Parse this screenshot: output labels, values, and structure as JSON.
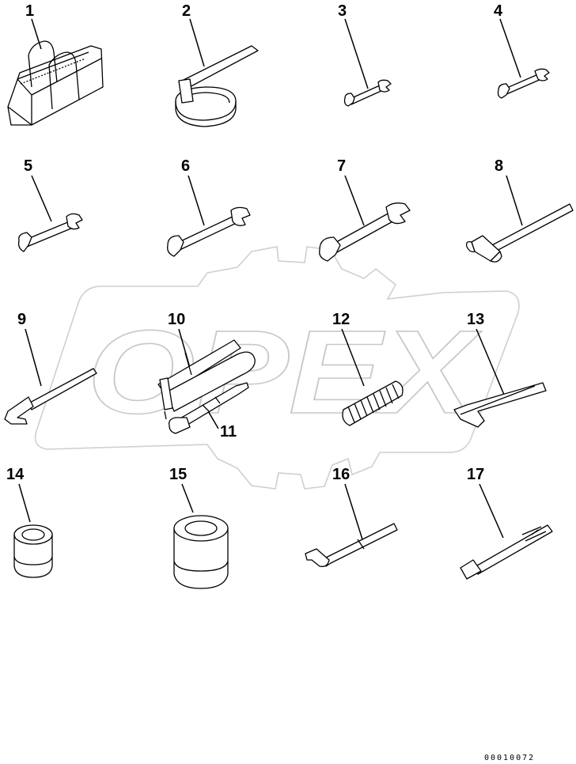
{
  "diagram": {
    "callouts": [
      {
        "id": "1",
        "label": "1"
      },
      {
        "id": "2",
        "label": "2"
      },
      {
        "id": "3",
        "label": "3"
      },
      {
        "id": "4",
        "label": "4"
      },
      {
        "id": "5",
        "label": "5"
      },
      {
        "id": "6",
        "label": "6"
      },
      {
        "id": "7",
        "label": "7"
      },
      {
        "id": "8",
        "label": "8"
      },
      {
        "id": "9",
        "label": "9"
      },
      {
        "id": "10",
        "label": "10"
      },
      {
        "id": "11",
        "label": "11"
      },
      {
        "id": "12",
        "label": "12"
      },
      {
        "id": "13",
        "label": "13"
      },
      {
        "id": "14",
        "label": "14"
      },
      {
        "id": "15",
        "label": "15"
      },
      {
        "id": "16",
        "label": "16"
      },
      {
        "id": "17",
        "label": "17"
      }
    ],
    "drawing_code": "00010072",
    "watermark": "OPEX"
  }
}
